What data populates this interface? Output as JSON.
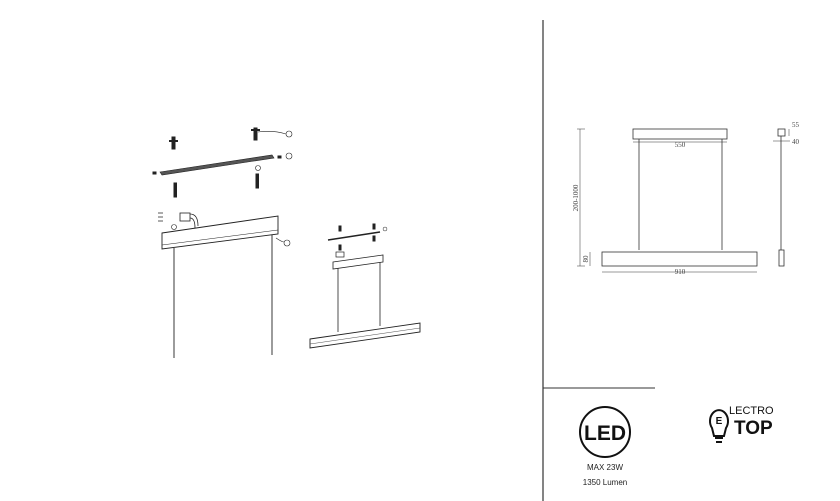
{
  "dimensions": {
    "canopy_width": "550",
    "bar_length": "910",
    "height_range": "200-1000",
    "bar_height": "80",
    "side_top": "55",
    "side_width": "40"
  },
  "specs": {
    "led_badge": "LED",
    "max_power": "MAX 23W",
    "lumen": "1350 Lumen"
  },
  "brand": {
    "line1": "LECTRO",
    "line2": "TOP",
    "initial": "E"
  }
}
